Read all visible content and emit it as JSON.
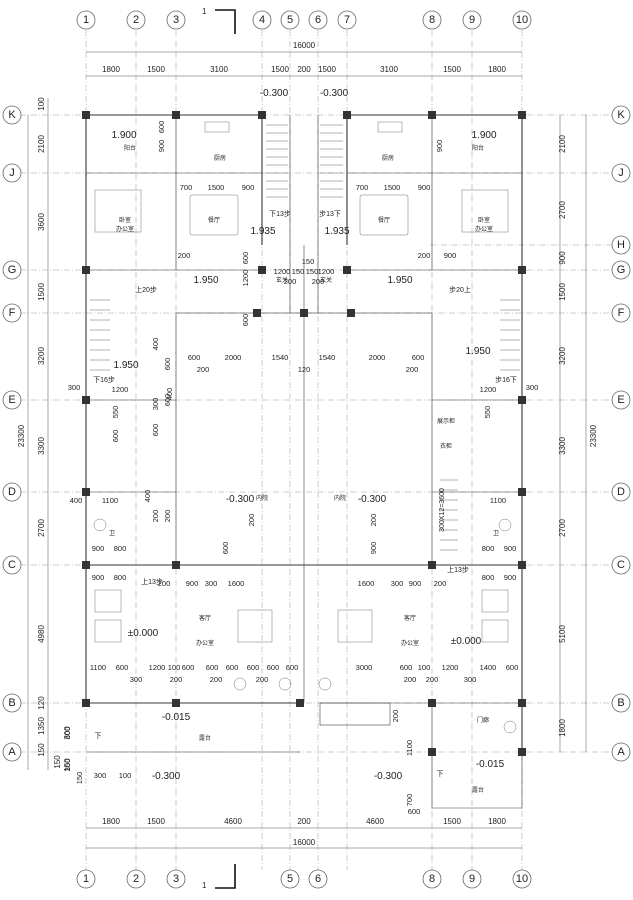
{
  "axes": {
    "columns": [
      "1",
      "2",
      "3",
      "4",
      "5",
      "6",
      "7",
      "8",
      "9",
      "10"
    ],
    "rows": [
      "K",
      "J",
      "H",
      "G",
      "F",
      "E",
      "D",
      "C",
      "B",
      "A"
    ],
    "left_rows": [
      "K",
      "J",
      "G",
      "F",
      "E",
      "D",
      "C",
      "B",
      "A"
    ],
    "right_rows": [
      "K",
      "J",
      "H",
      "G",
      "F",
      "E",
      "D",
      "C",
      "B",
      "A"
    ]
  },
  "dims": {
    "top_total": "16000",
    "top_segments": [
      "1800",
      "1500",
      "3100",
      "1500",
      "200",
      "1500",
      "3100",
      "1500",
      "1800"
    ],
    "bottom_total": "16000",
    "bottom_segments": [
      "1800",
      "1500",
      "4600",
      "200",
      "4600",
      "1500",
      "1800"
    ],
    "left_segments": [
      "100",
      "2100",
      "3600",
      "1500",
      "3200",
      "3300",
      "2700",
      "4980",
      "1350",
      "150"
    ],
    "left_extra": [
      "120",
      "150",
      "300",
      "150"
    ],
    "left_total": "23300",
    "right_segments": [
      "2100",
      "2700",
      "900",
      "1500",
      "3200",
      "3300",
      "2700",
      "5100",
      "1800"
    ],
    "right_total": "23300"
  },
  "levels": [
    "-0.300",
    "-0.300",
    "1.900",
    "1.900",
    "1.935",
    "1.935",
    "1.950",
    "1.950",
    "1.950",
    "1.950",
    "-0.300",
    "-0.300",
    "±0.000",
    "±0.000",
    "-0.015",
    "-0.015",
    "-0.300",
    "-0.300"
  ],
  "stair_notes": [
    "下13步",
    "步13下",
    "上20步",
    "步20上",
    "下16步",
    "步16下",
    "上13步",
    "上13步",
    "300X12=3600",
    "下",
    "下"
  ],
  "rooms": [
    "厨房",
    "厨房",
    "阳台",
    "阳台",
    "餐厅",
    "餐厅",
    "卧室",
    "卧室",
    "办公室",
    "办公室",
    "玄关",
    "玄关",
    "内院",
    "内院",
    "卫",
    "卫",
    "客厅",
    "客厅",
    "办公室",
    "办公室",
    "露台",
    "露台",
    "门廊",
    "展示柜",
    "衣柜"
  ],
  "inner_dims": [
    "600",
    "900",
    "700",
    "1500",
    "900",
    "700",
    "1500",
    "900",
    "900",
    "200",
    "200",
    "900",
    "600",
    "1200",
    "150",
    "1200",
    "150",
    "150",
    "200",
    "200",
    "1200",
    "600",
    "600",
    "2000",
    "1540",
    "1540",
    "2000",
    "600",
    "120",
    "200",
    "200",
    "1200",
    "300",
    "1200",
    "300",
    "550",
    "600",
    "600",
    "550",
    "400",
    "400",
    "1100",
    "1100",
    "400",
    "900",
    "800",
    "800",
    "900",
    "900",
    "800",
    "200",
    "900",
    "300",
    "1600",
    "1600",
    "300",
    "900",
    "200",
    "800",
    "900",
    "1100",
    "600",
    "1200",
    "100",
    "600",
    "600",
    "600",
    "600",
    "600",
    "600",
    "3000",
    "600",
    "100",
    "1200",
    "1400",
    "600",
    "300",
    "200",
    "200",
    "200",
    "200",
    "200",
    "300",
    "200",
    "600",
    "300",
    "150",
    "300",
    "100",
    "1100",
    "700",
    "600",
    "600",
    "300",
    "400",
    "600",
    "200",
    "200",
    "600",
    "200",
    "200",
    "900",
    "300",
    "300",
    "900"
  ]
}
